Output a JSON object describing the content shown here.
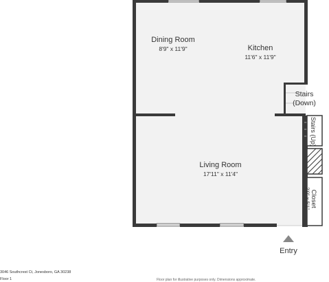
{
  "colors": {
    "floor": "#f2f2f2",
    "wall": "#3a3a3a",
    "window": "#dcdcdc",
    "text": "#333333",
    "entry_arrow": "#888888"
  },
  "rooms": {
    "dining": {
      "name": "Dining Room",
      "dims": "8'9\" x 11'9\""
    },
    "kitchen": {
      "name": "Kitchen",
      "dims": "11'6\" x 11'9\""
    },
    "living": {
      "name": "Living Room",
      "dims": "17'11\" x 11'4\""
    },
    "stairs_down": {
      "name": "Stairs",
      "sub": "(Down)"
    },
    "stairs_up": {
      "name": "Stairs",
      "sub": "(Up)"
    },
    "closet": {
      "name": "Closet",
      "dims": "2'0\" x 5'1\""
    }
  },
  "entry": {
    "label": "Entry",
    "icon": "triangle-up-icon"
  },
  "footer": {
    "address": "3046 Southcrest Ct, Jonesboro, GA 30238",
    "floor": "Floor 1",
    "disclaimer": "Floor plan for illustrative purposes only. Dimensions approximate."
  }
}
